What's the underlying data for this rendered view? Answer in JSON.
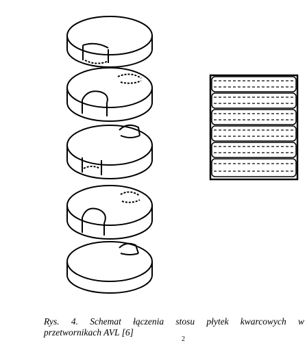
{
  "figure": {
    "disk_count": 5,
    "stack_layer_count": 6
  },
  "caption": {
    "line1": "Rys. 4. Schemat łączenia stosu płytek kwarcowych w",
    "line2": "przetwornikach AVL [6]"
  },
  "page_number": "2"
}
